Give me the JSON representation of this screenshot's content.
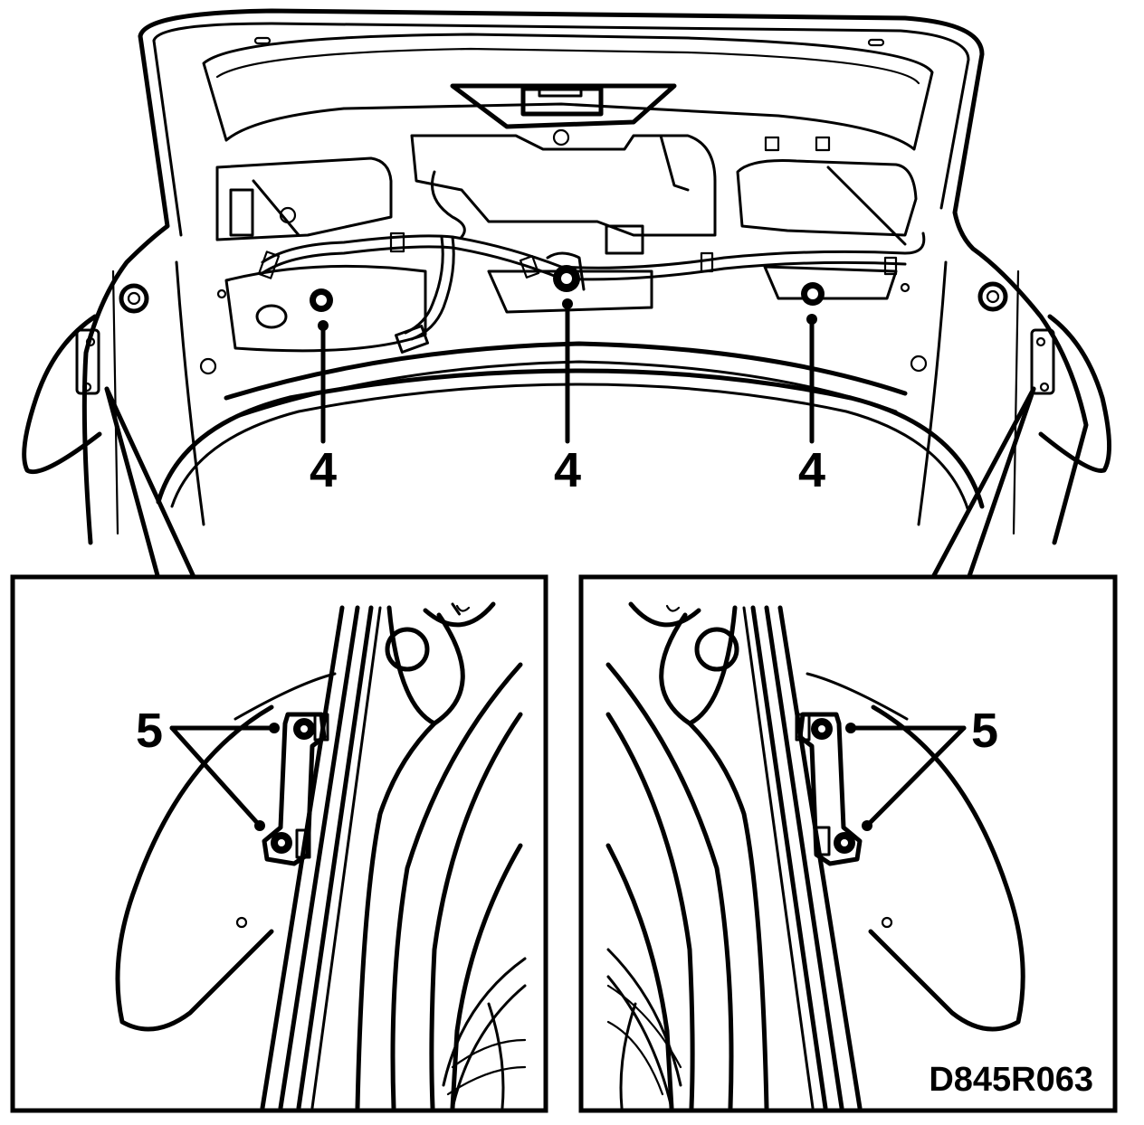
{
  "callouts": {
    "four_left": "4",
    "four_center": "4",
    "four_right": "4",
    "five_left": "5",
    "five_right": "5"
  },
  "figure_code": "D845R063",
  "colors": {
    "ink": "#000000",
    "paper": "#ffffff"
  }
}
